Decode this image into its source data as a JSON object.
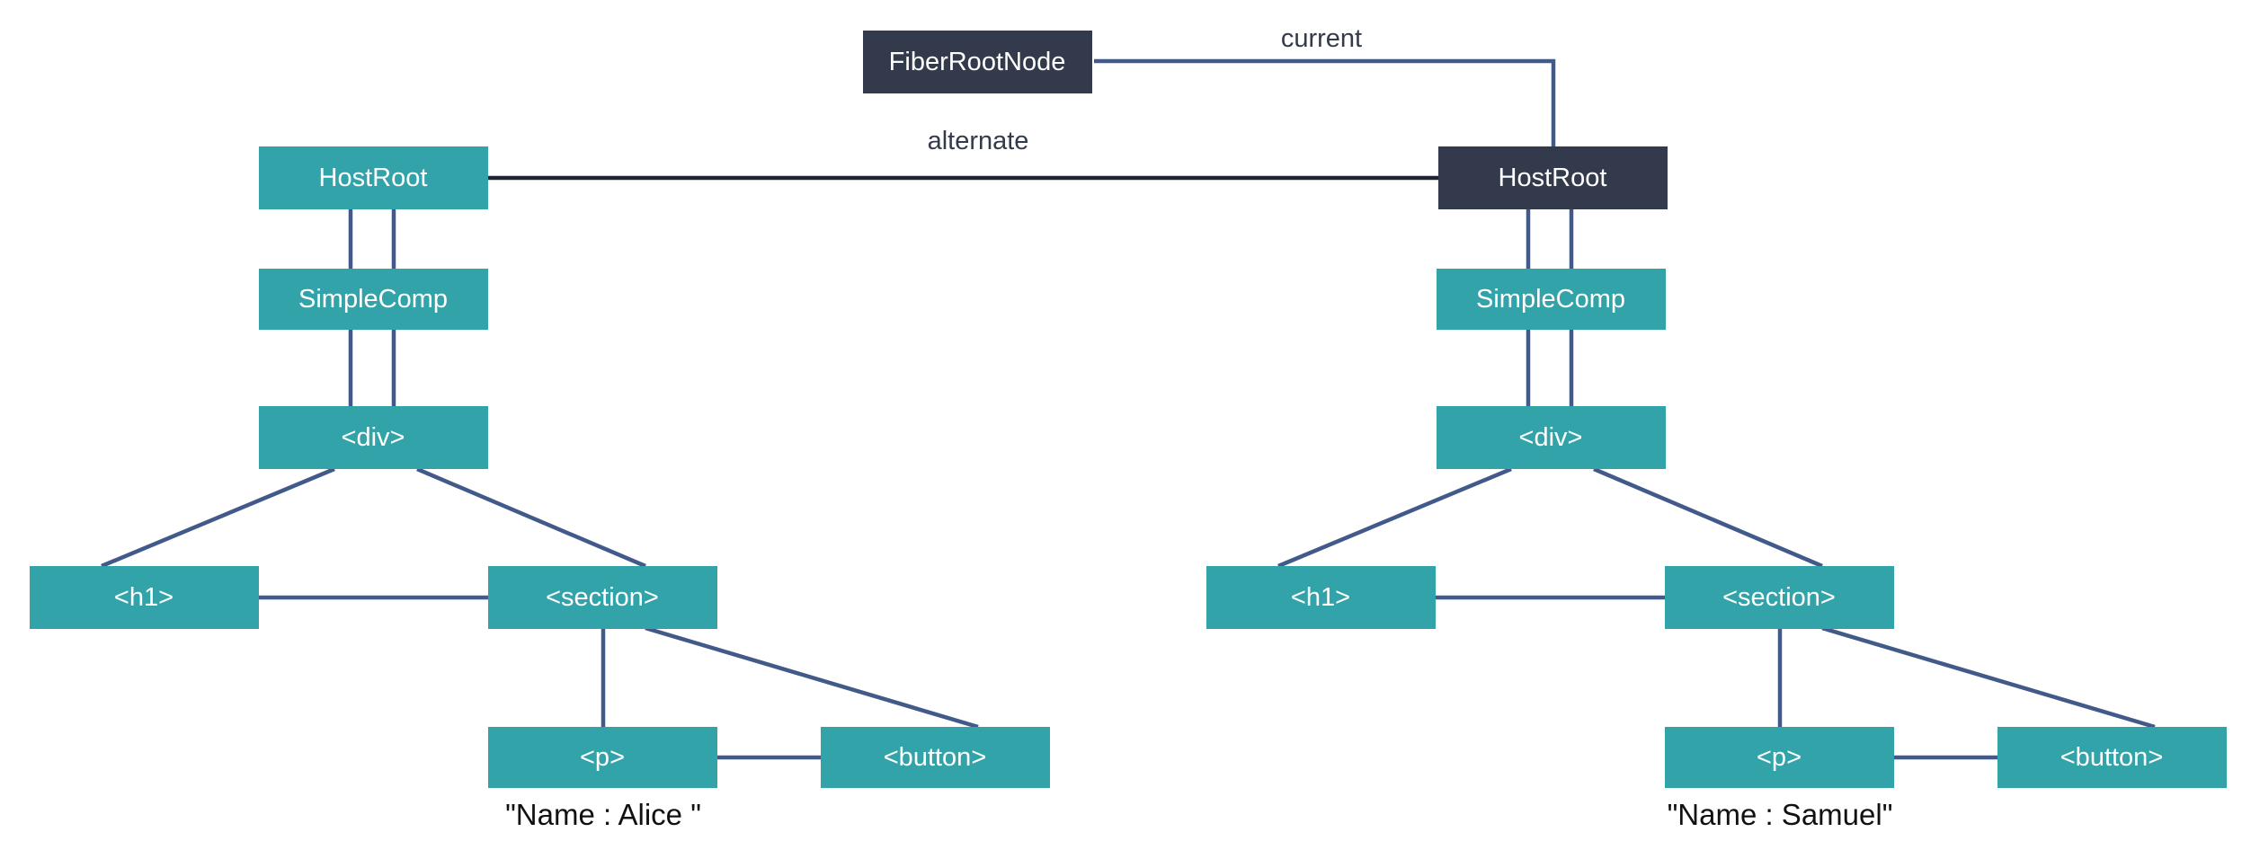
{
  "colors": {
    "node_fill": "#31a3a9",
    "current_node_fill": "#333a4b",
    "node_text": "#ffffff",
    "edge": "#415a8a",
    "alternate_edge": "#1f2430",
    "label_text": "#333a4b"
  },
  "root": {
    "label": "FiberRootNode"
  },
  "edge_labels": {
    "current": "current",
    "alternate": "alternate"
  },
  "left_tree": {
    "host_root": "HostRoot",
    "simple_comp": "SimpleComp",
    "div": "<div>",
    "h1": "<h1>",
    "section": "<section>",
    "p": "<p>",
    "button": "<button>",
    "caption": "\"Name : Alice \""
  },
  "right_tree": {
    "host_root": "HostRoot",
    "simple_comp": "SimpleComp",
    "div": "<div>",
    "h1": "<h1>",
    "section": "<section>",
    "p": "<p>",
    "button": "<button>",
    "caption": "\"Name : Samuel\""
  }
}
